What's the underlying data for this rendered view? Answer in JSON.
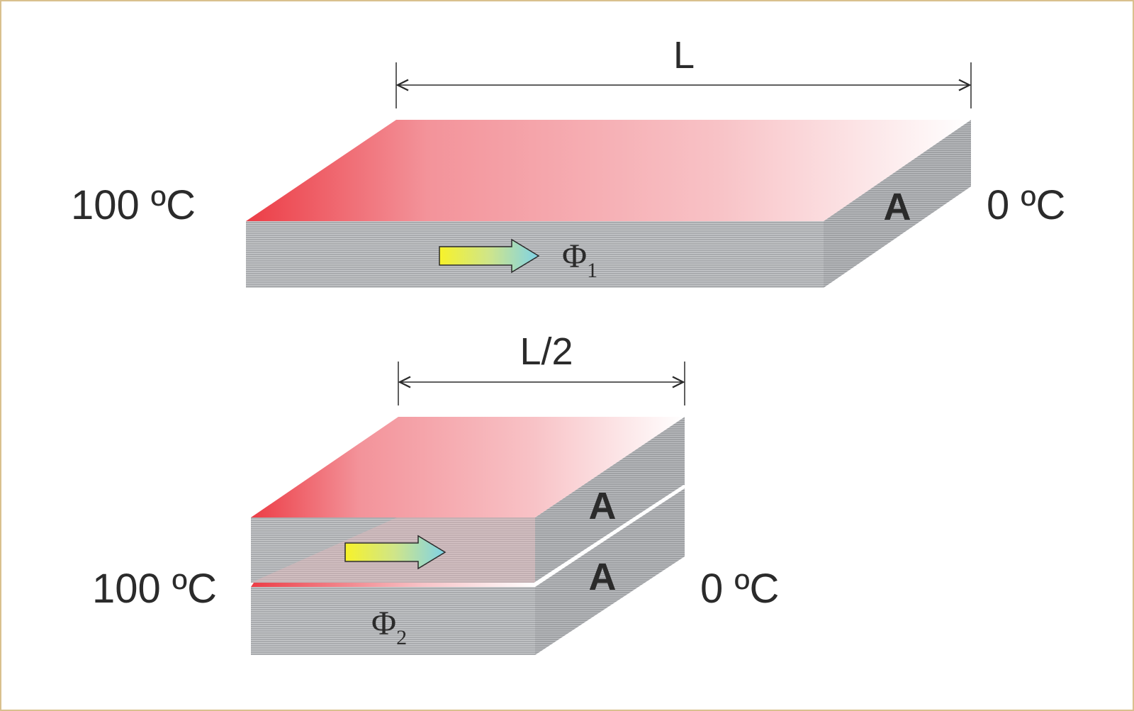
{
  "colors": {
    "frame": "#d9c08e",
    "hot": "#ec3d46",
    "cold": "#ffffff",
    "side": "#a7a9ac",
    "text": "#2b2b2b"
  },
  "top": {
    "dimension_label": "L",
    "hot_temp": "100 ºC",
    "cold_temp": "0 ºC",
    "area_label": "A",
    "flux_symbol": "Φ",
    "flux_index": "1"
  },
  "bottom": {
    "dimension_label": "L/2",
    "hot_temp": "100 ºC",
    "cold_temp": "0 ºC",
    "area_label_upper": "A",
    "area_label_lower": "A",
    "flux_symbol": "Φ",
    "flux_index": "2"
  }
}
